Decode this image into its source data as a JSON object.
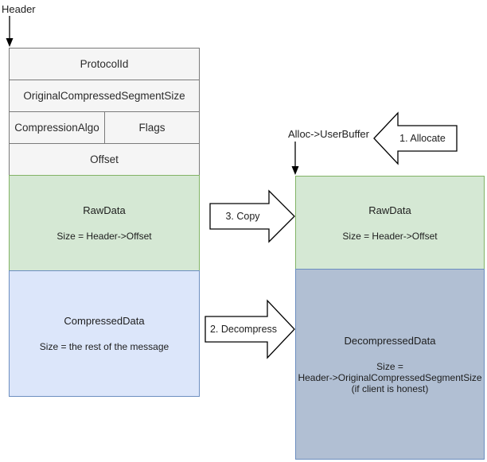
{
  "diagram": {
    "title_label": "Header",
    "alloc_label": "Alloc->UserBuffer",
    "header_rows": [
      {
        "name": "ProtocolId",
        "cells": [
          {
            "text": "ProtocolId"
          }
        ]
      },
      {
        "name": "OriginalCompressedSegmentSize",
        "cells": [
          {
            "text": "OriginalCompressedSegmentSize"
          }
        ]
      },
      {
        "name": "CompressionAlgoFlags",
        "cells": [
          {
            "text": "CompressionAlgo"
          },
          {
            "text": "Flags"
          }
        ]
      },
      {
        "name": "Offset",
        "cells": [
          {
            "text": "Offset"
          }
        ]
      }
    ],
    "left_blocks": [
      {
        "id": "raw-data-source",
        "title": "RawData",
        "lines": [
          "Size = Header->Offset"
        ],
        "color": "#d5e8d4",
        "border": "#82b366"
      },
      {
        "id": "compressed-data-source",
        "title": "CompressedData",
        "lines": [
          "Size = the rest of the message"
        ],
        "color": "#dce6fa",
        "border": "#6c8ebf"
      }
    ],
    "right_blocks": [
      {
        "id": "raw-data-dest",
        "title": "RawData",
        "lines": [
          "Size = Header->Offset"
        ],
        "color": "#d5e8d4",
        "border": "#82b366"
      },
      {
        "id": "decompressed-data-dest",
        "title": "DecompressedData",
        "lines": [
          "Size =",
          "Header->OriginalCompressedSegmentSize",
          "(if client is honest)"
        ],
        "color": "#b1bfd3",
        "border": "#6c8ebf"
      }
    ],
    "arrows": [
      {
        "id": "allocate",
        "label": "1. Allocate",
        "direction": "left"
      },
      {
        "id": "decompress",
        "label": "2. Decompress",
        "direction": "right"
      },
      {
        "id": "copy",
        "label": "3. Copy",
        "direction": "right"
      }
    ],
    "connectors": [
      {
        "id": "header-pointer",
        "icon": "down-arrow-icon"
      },
      {
        "id": "alloc-pointer",
        "icon": "down-arrow-icon"
      }
    ],
    "colors": {
      "green_fill": "#d5e8d4",
      "green_border": "#82b366",
      "blue_fill": "#dce6fa",
      "blue_border": "#6c8ebf",
      "gray_fill": "#b1bfd3",
      "gray_border": "#6c8ebf",
      "header_fill": "#f5f5f5",
      "header_border": "#7a7a7a",
      "stroke": "#000000"
    }
  }
}
